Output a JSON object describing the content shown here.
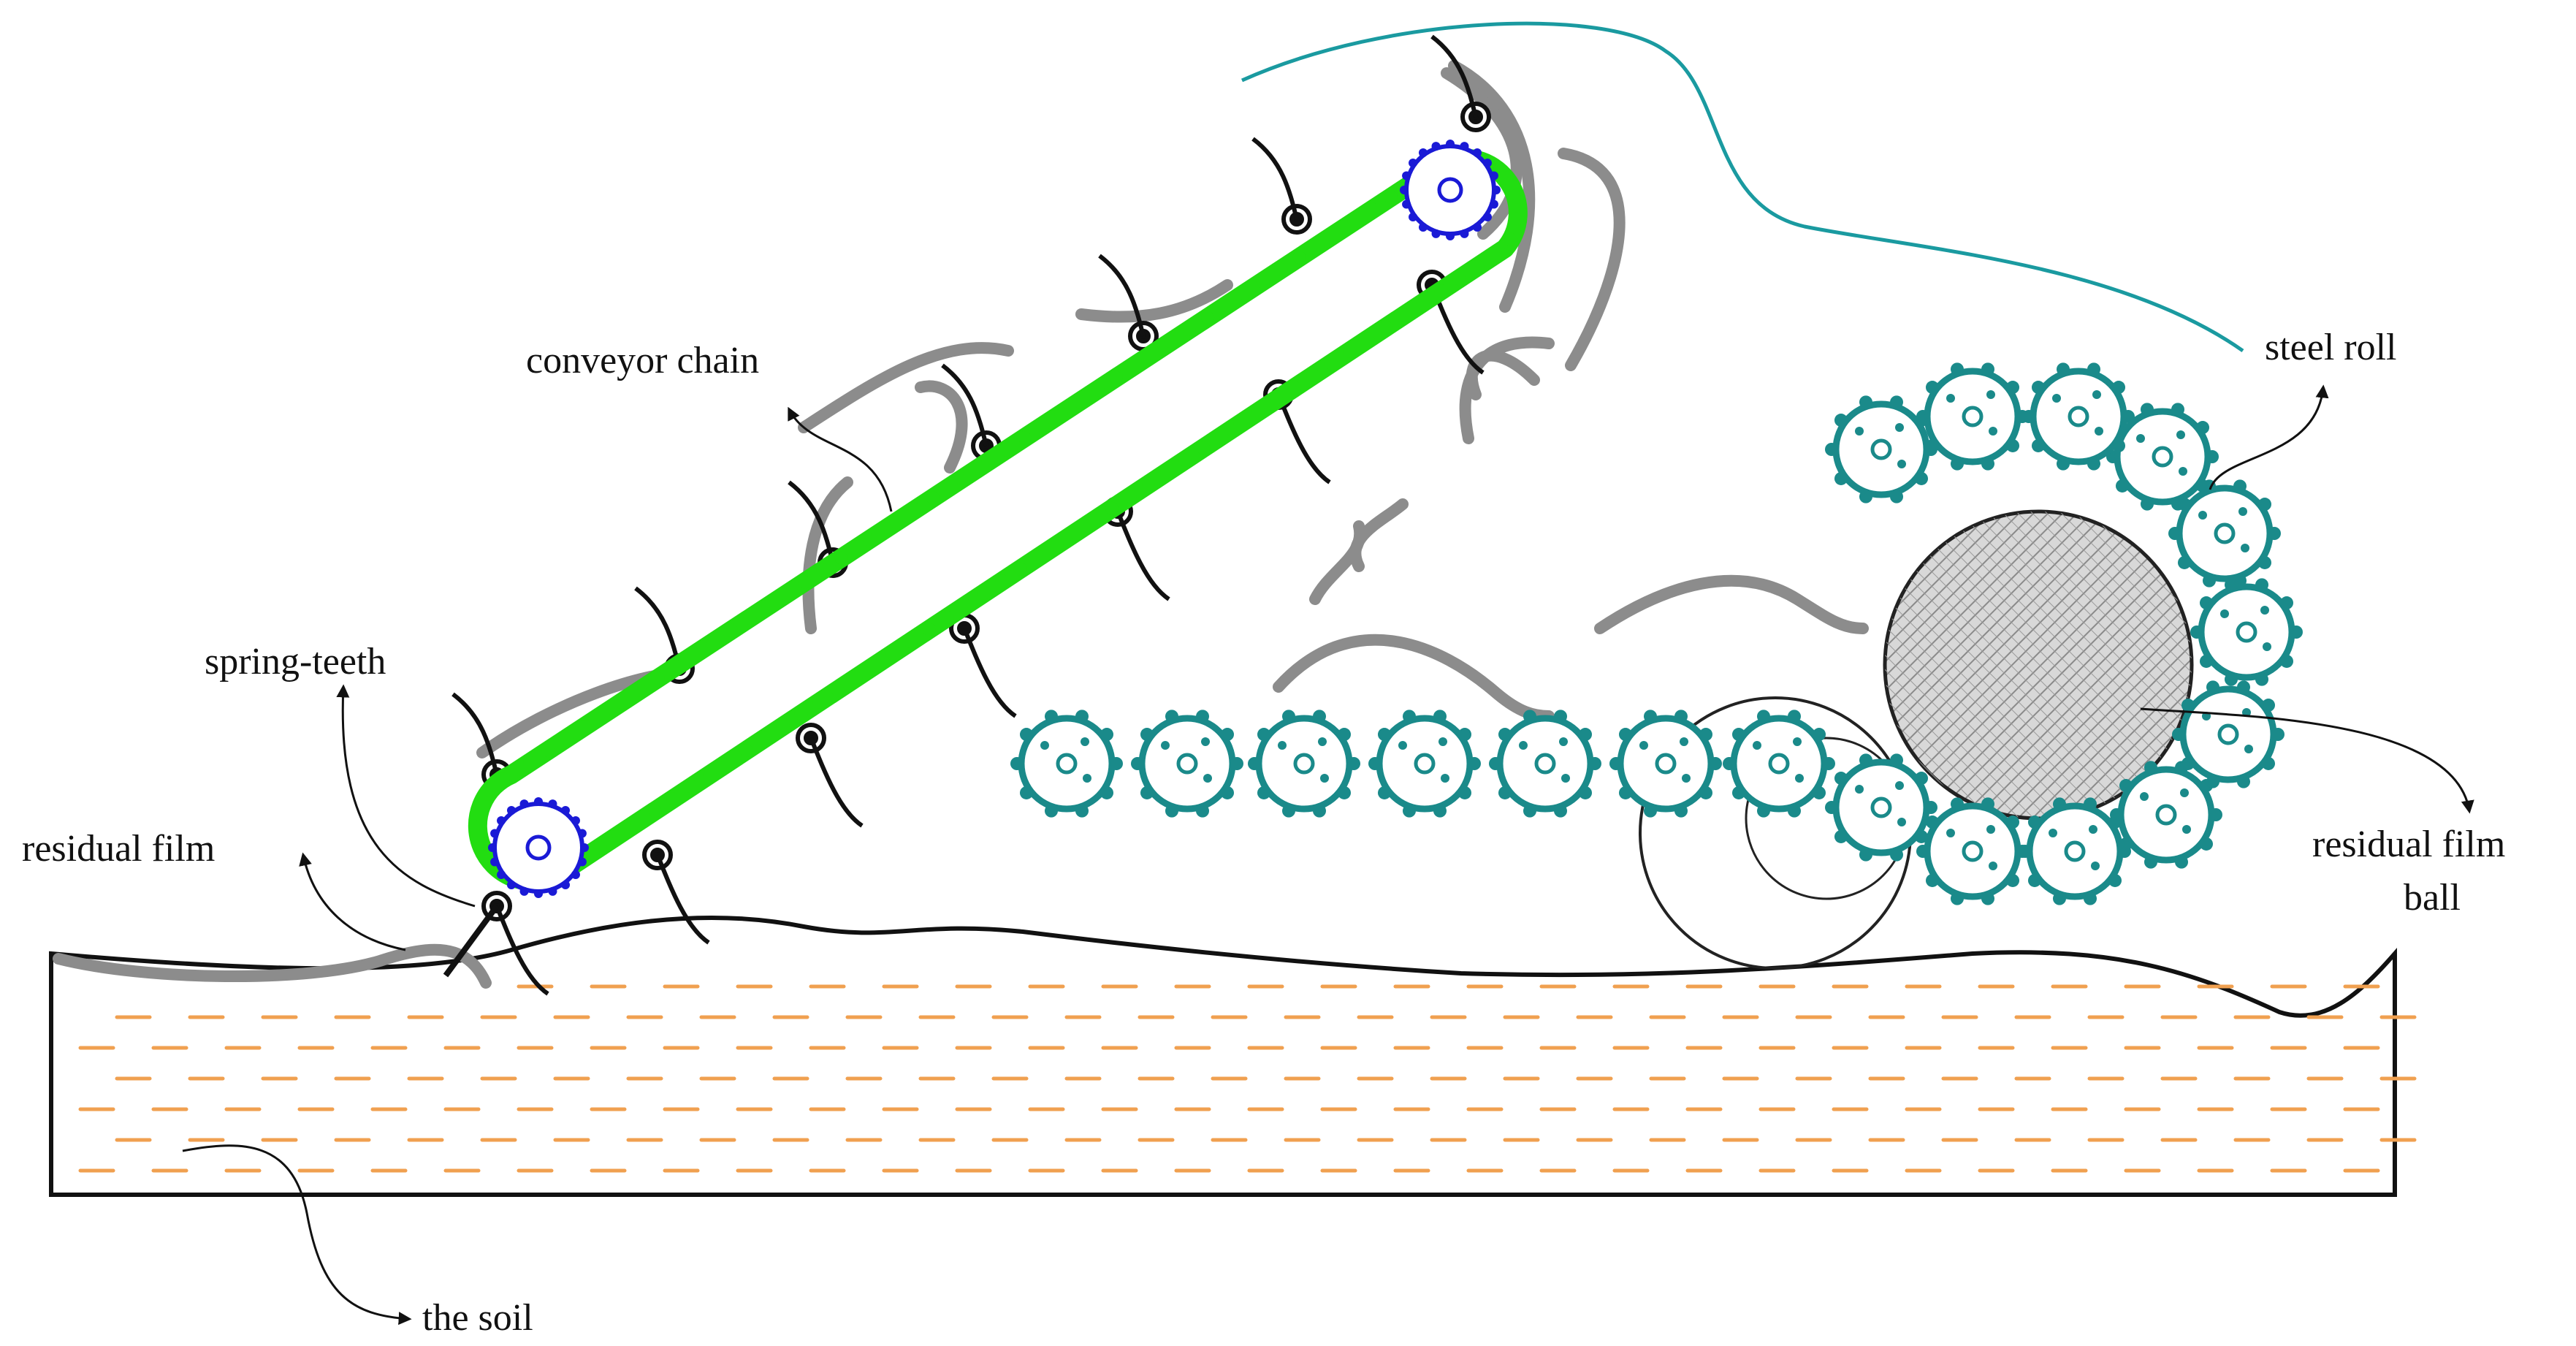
{
  "labels": {
    "conveyor_chain": "conveyor chain",
    "spring_teeth": "spring-teeth",
    "residual_film": "residual film",
    "steel_roll": "steel roll",
    "residual_film_ball_line1": "residual film",
    "residual_film_ball_line2": "ball",
    "the_soil": "the soil"
  },
  "colors": {
    "chain": "#22dd11",
    "sprocket": "#1a1ad6",
    "steel_roll": "#1a8a8a",
    "film": "#8c8c8c",
    "soil_dash": "#f0a050",
    "outline": "#111111",
    "cover_curve": "#1a9aa0",
    "film_ball_hatch": "#9a9a9a"
  }
}
